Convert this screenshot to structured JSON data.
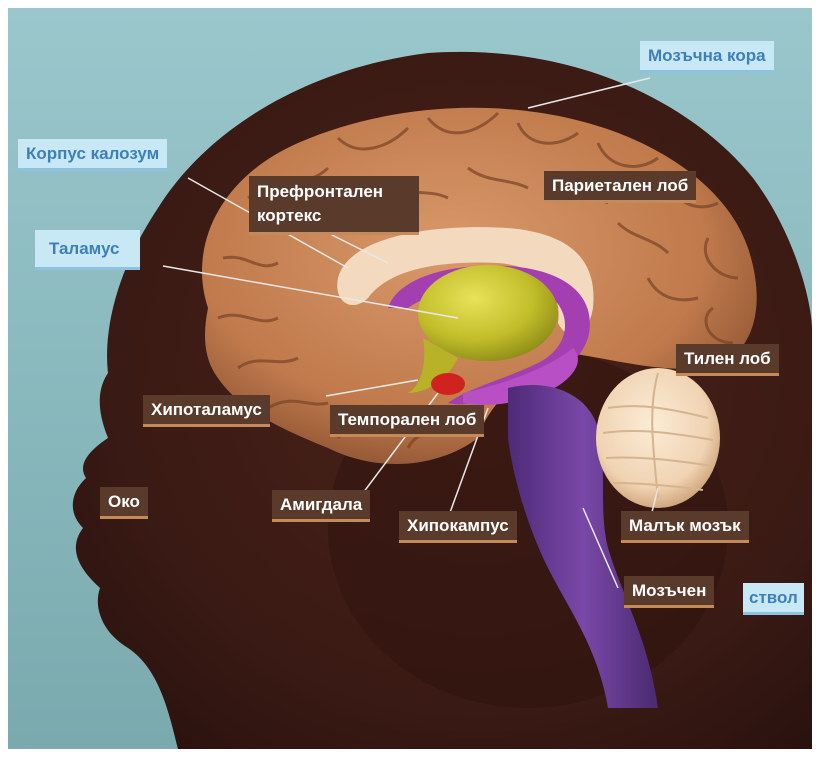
{
  "labels": {
    "cerebral_cortex": "Мозъчна кора",
    "corpus_callosum": "Корпус калозум",
    "prefrontal_cortex_line1": "Префронтален",
    "prefrontal_cortex_line2": "кортекс",
    "parietal_lobe": "Париеталeн лоб",
    "thalamus": "Таламус",
    "occipital_lobe": "Тилен лоб",
    "hypothalamus": "Хипоталамус",
    "temporal_lobe": "Темпорален лоб",
    "eye": "Око",
    "amygdala": "Амигдала",
    "hippocampus": "Хипокампус",
    "cerebellum": "Малък мозък",
    "brainstem_part1": "Мозъчен",
    "brainstem_part2": "ствол"
  },
  "colors": {
    "background": "#8fbdc2",
    "skin": "#3c1d16",
    "cortex": "#c47f50",
    "thalamus": "#c9c52a",
    "limbic": "#9a3aa8",
    "amygdala": "#d0231f",
    "cerebellum": "#f4dcc0",
    "blue_label_bg": "#c9e8f6",
    "blue_label_text": "#3e7fb8",
    "brown_label_bg": "#5a3a2a"
  }
}
